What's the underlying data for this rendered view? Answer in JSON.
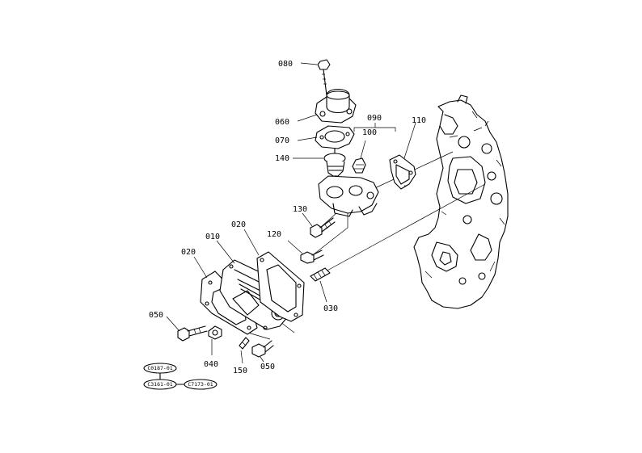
{
  "diagram": {
    "part_numbers": {
      "p010": "010",
      "p020a": "020",
      "p020b": "020",
      "p030": "030",
      "p040": "040",
      "p050a": "050",
      "p050b": "050",
      "p060": "060",
      "p070": "070",
      "p080": "080",
      "p090": "090",
      "p100": "100",
      "p110": "110",
      "p120": "120",
      "p130": "130",
      "p140": "140",
      "p150": "150"
    },
    "reference_codes": {
      "ref1": "C0187-01",
      "ref2": "C3161-01",
      "ref3": "C7173-01"
    }
  }
}
